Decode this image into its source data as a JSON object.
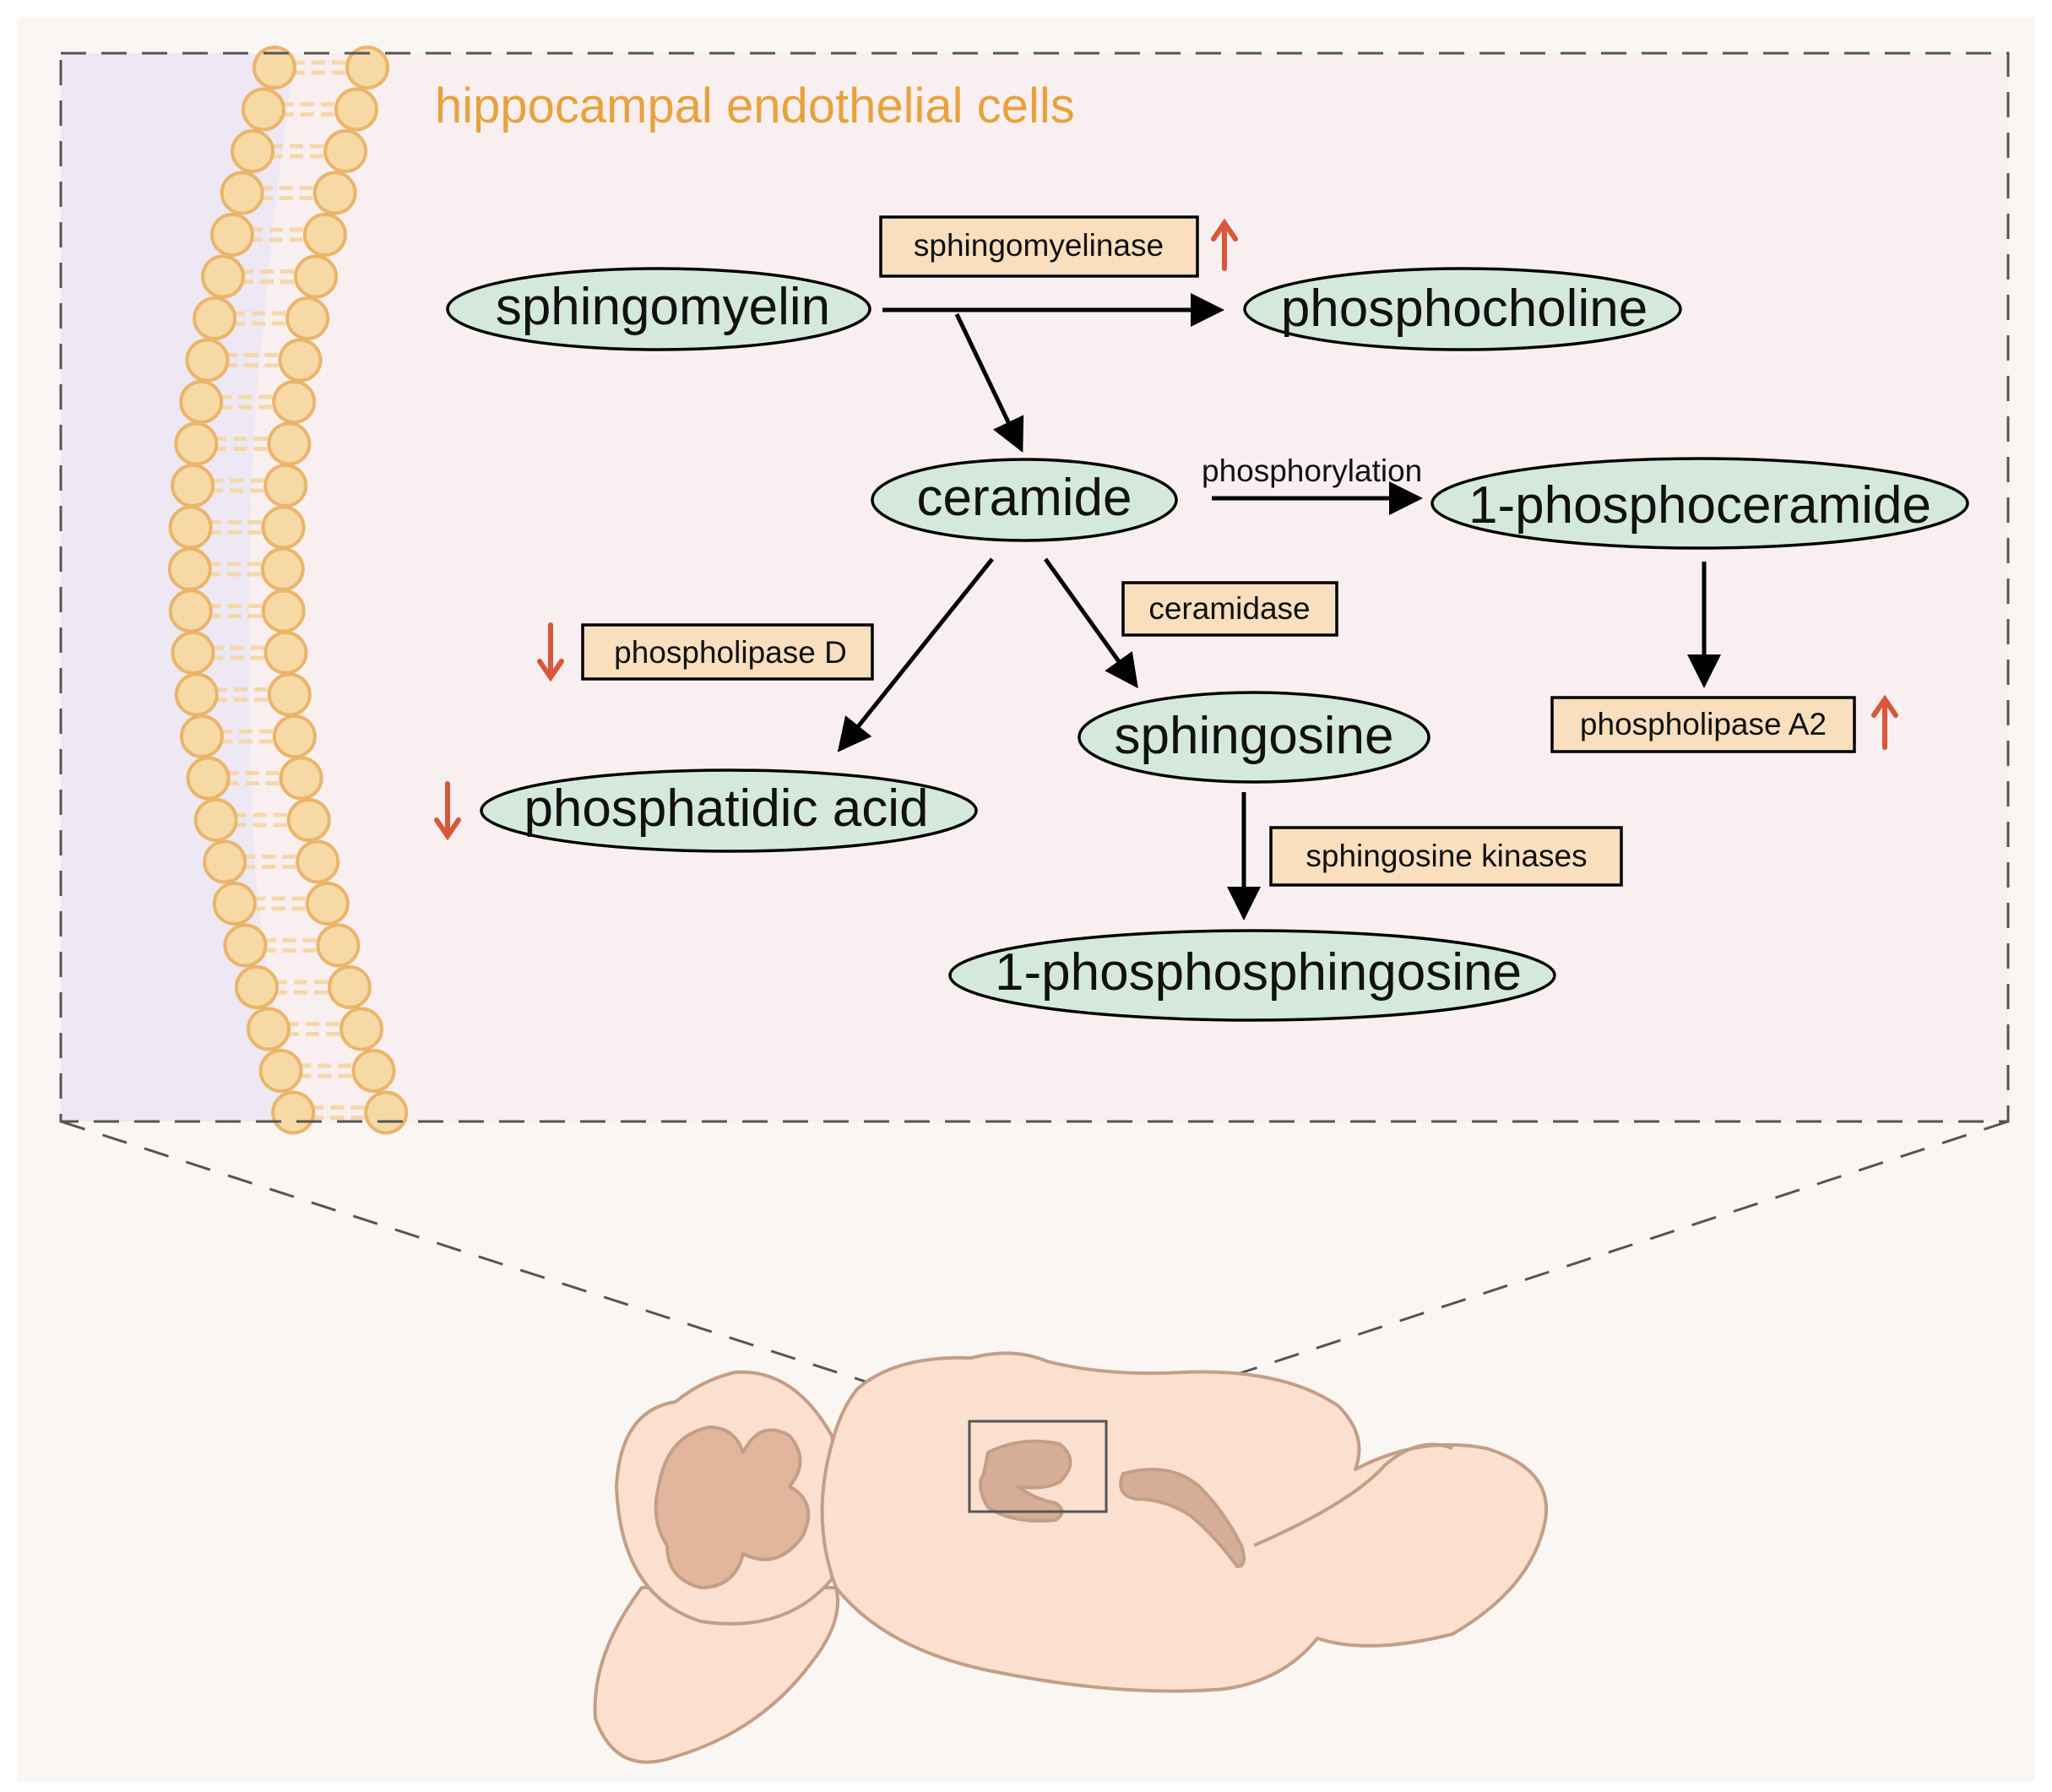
{
  "title": "hippocampal endothelial cells",
  "colors": {
    "background": "#faf6f3",
    "panel": "#f9eff0",
    "lumen": "#ede8f3",
    "lipid_fill": "#f7d9a6",
    "lipid_stroke": "#eab56a",
    "node_fill": "#d5e8dc",
    "enzyme_fill": "#f9dfbd",
    "up_down_arrow": "#d9573b",
    "title": "#e8a23c",
    "brain_fill": "#fbe0cf",
    "brain_stroke": "#c49e86",
    "hippocampus_fill": "#d6ae98",
    "dash": "#555555"
  },
  "nodes": {
    "sphingomyelin": "sphingomyelin",
    "phosphocholine": "phosphocholine",
    "ceramide": "ceramide",
    "phosphoceramide": "1-phosphoceramide",
    "phosphatidic_acid": "phosphatidic acid",
    "sphingosine": "sphingosine",
    "phosphosphingosine": "1-phosphosphingosine"
  },
  "enzymes": {
    "sphingomyelinase": {
      "label": "sphingomyelinase",
      "regulation": "up"
    },
    "ceramidase": {
      "label": "ceramidase",
      "regulation": "none"
    },
    "phospholipase_d": {
      "label": "phospholipase D",
      "regulation": "down"
    },
    "phospholipase_a2": {
      "label": "phospholipase A2",
      "regulation": "up"
    },
    "sphingosine_kinases": {
      "label": "sphingosine kinases",
      "regulation": "none"
    }
  },
  "steps": {
    "phosphorylation": "phosphorylation"
  },
  "regulation_marks": {
    "phosphatidic_acid": "down"
  }
}
